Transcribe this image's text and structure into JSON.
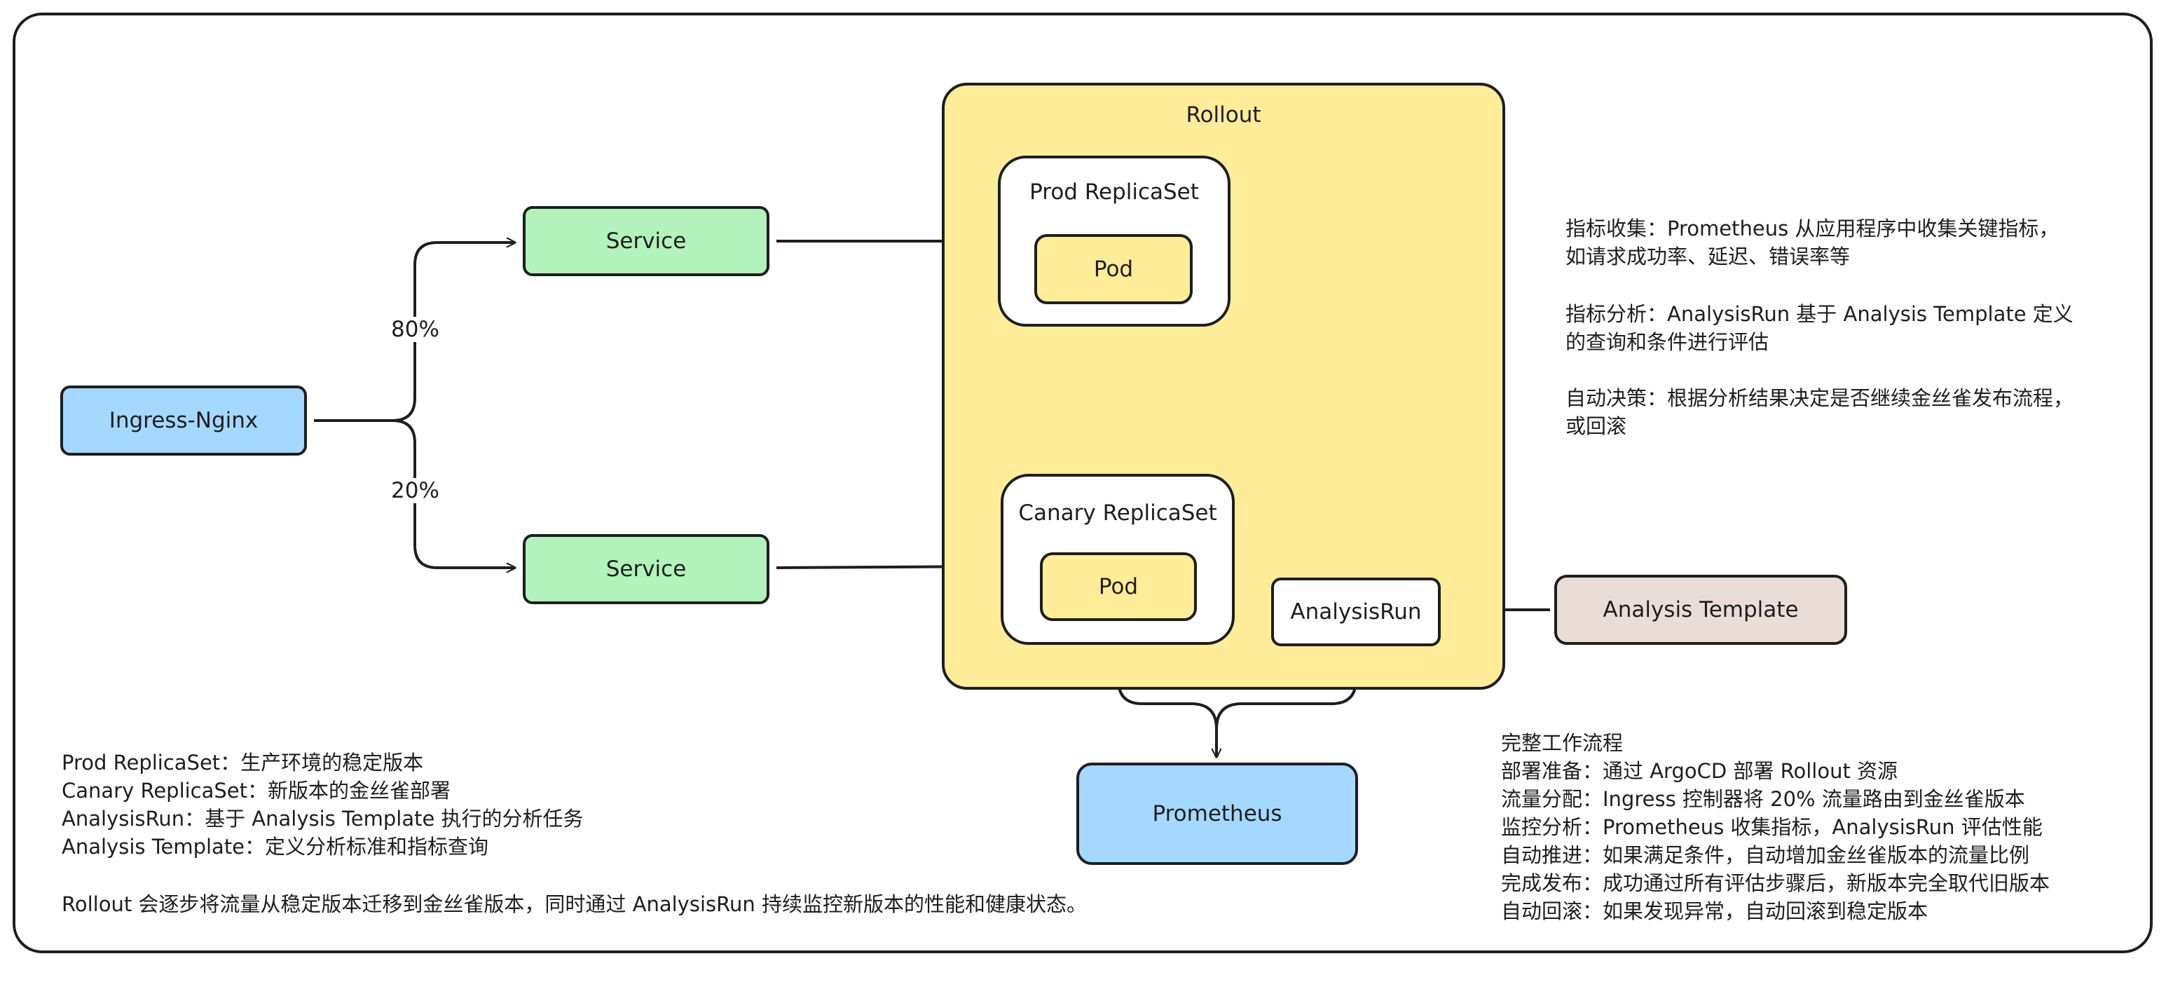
{
  "nodes": {
    "ingress": "Ingress-Nginx",
    "service_top": "Service",
    "service_bottom": "Service",
    "rollout": "Rollout",
    "prod_rs": "Prod ReplicaSet",
    "prod_pod": "Pod",
    "canary_rs": "Canary ReplicaSet",
    "canary_pod": "Pod",
    "analysis_run": "AnalysisRun",
    "analysis_template": "Analysis Template",
    "prometheus": "Prometheus"
  },
  "edges": {
    "top_weight": "80%",
    "bottom_weight": "20%"
  },
  "notes_right": [
    "指标收集：Prometheus 从应用程序中收集关键指标，",
    "如请求成功率、延迟、错误率等",
    "",
    "指标分析：AnalysisRun 基于 Analysis Template 定义",
    "的查询和条件进行评估",
    "",
    "自动决策：根据分析结果决定是否继续金丝雀发布流程，",
    "或回滚"
  ],
  "legend": [
    "Prod ReplicaSet：生产环境的稳定版本",
    "Canary ReplicaSet：新版本的金丝雀部署",
    "AnalysisRun：基于 Analysis Template 执行的分析任务",
    "Analysis Template：定义分析标准和指标查询"
  ],
  "summary": "Rollout 会逐步将流量从稳定版本迁移到金丝雀版本，同时通过 AnalysisRun 持续监控新版本的性能和健康状态。",
  "workflow": {
    "title": "完整工作流程",
    "steps": [
      "部署准备：通过 ArgoCD 部署 Rollout 资源",
      "流量分配：Ingress 控制器将 20% 流量路由到金丝雀版本",
      "监控分析：Prometheus 收集指标，AnalysisRun 评估性能",
      "自动推进：如果满足条件，自动增加金丝雀版本的流量比例",
      "完成发布：成功通过所有评估步骤后，新版本完全取代旧版本",
      "自动回滚：如果发现异常，自动回滚到稳定版本"
    ]
  },
  "colors": {
    "blue": "#a5d8ff",
    "green": "#b2f2bb",
    "yellow": "#ffec99",
    "beige": "#eaddd7",
    "white": "#ffffff",
    "stroke": "#1e1e1e"
  }
}
